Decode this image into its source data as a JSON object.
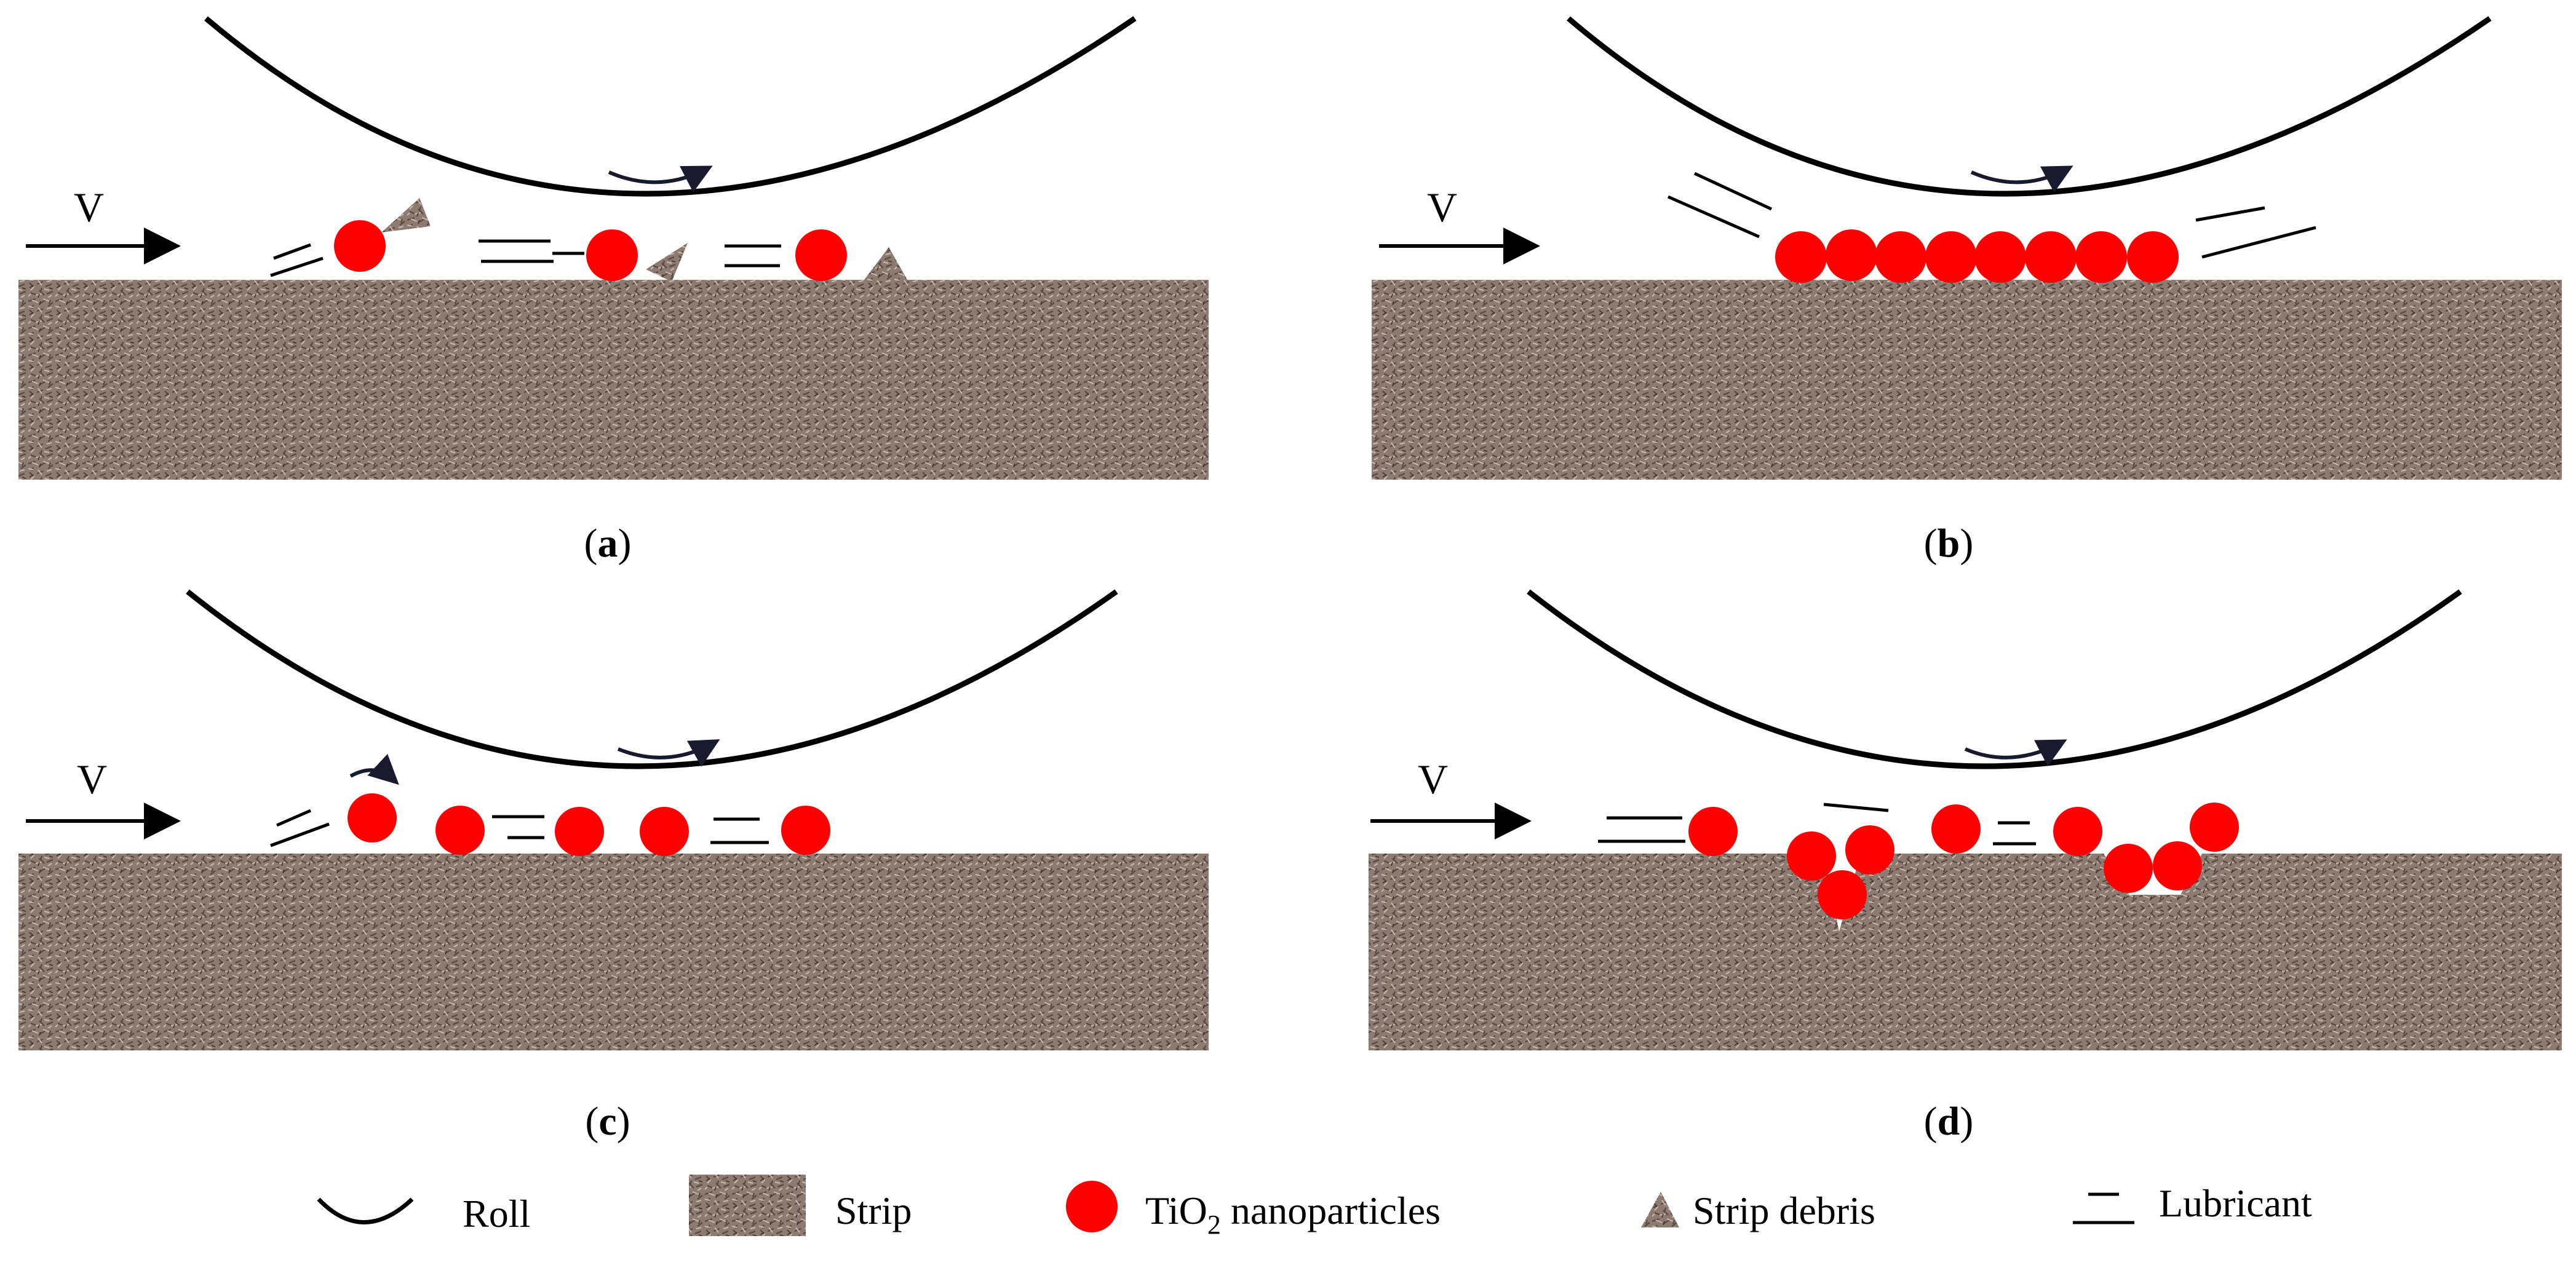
{
  "panels": [
    {
      "id": "a",
      "caption_label": "a",
      "velocity_label": "V"
    },
    {
      "id": "b",
      "caption_label": "b",
      "velocity_label": "V"
    },
    {
      "id": "c",
      "caption_label": "c",
      "velocity_label": "V"
    },
    {
      "id": "d",
      "caption_label": "d",
      "velocity_label": "V"
    }
  ],
  "legend": {
    "roll": "Roll",
    "strip": "Strip",
    "nanoparticles_prefix": "TiO",
    "nanoparticles_subscript": "2",
    "nanoparticles_suffix": " nanoparticles",
    "debris": "Strip debris",
    "lubricant": "Lubricant"
  },
  "colors": {
    "background": "#ffffff",
    "roll_stroke": "#000000",
    "strip_base": "#8d7b72",
    "strip_dark": "#5a4a44",
    "strip_light": "#c8bab2",
    "nanoparticle": "#ff0000",
    "debris": "#8a7a72",
    "arrow": "#1a1a2e"
  }
}
